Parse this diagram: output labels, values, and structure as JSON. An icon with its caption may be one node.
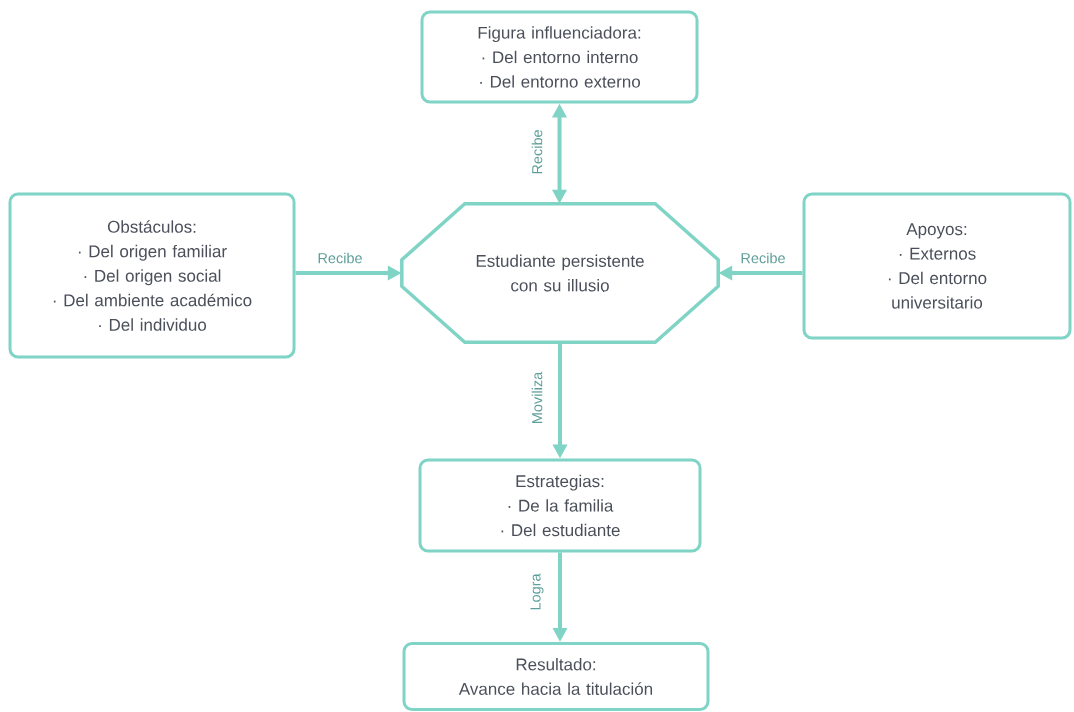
{
  "diagram": {
    "nodes": [
      {
        "text": [
          "Figura influenciadora:",
          "· Del entorno interno",
          "· Del entorno externo"
        ]
      },
      {
        "text": [
          "Obstáculos:",
          "· Del origen familiar",
          "· Del origen social",
          "· Del ambiente académico",
          "· Del individuo"
        ]
      },
      {
        "text": [
          "Estudiante persistente con su illusio"
        ]
      },
      {
        "text": [
          "Apoyos:",
          "· Externos",
          "· Del entorno universitario"
        ]
      },
      {
        "text": [
          "Estrategias:",
          "· De la familia",
          "· Del estudiante"
        ]
      },
      {
        "text": [
          "Resultado:",
          "Avance hacia la titulación"
        ]
      }
    ],
    "edges": [
      {
        "from": 0,
        "to": 2,
        "arrow": "both",
        "label": "Recibe"
      },
      {
        "from": 1,
        "to": 2,
        "arrow": "to",
        "label": "Recibe"
      },
      {
        "from": 3,
        "to": 2,
        "arrow": "to",
        "label": "Recibe"
      },
      {
        "from": 2,
        "to": 4,
        "arrow": "to",
        "label": "Moviliza"
      },
      {
        "from": 4,
        "to": 5,
        "arrow": "to",
        "label": "Logra"
      }
    ]
  }
}
